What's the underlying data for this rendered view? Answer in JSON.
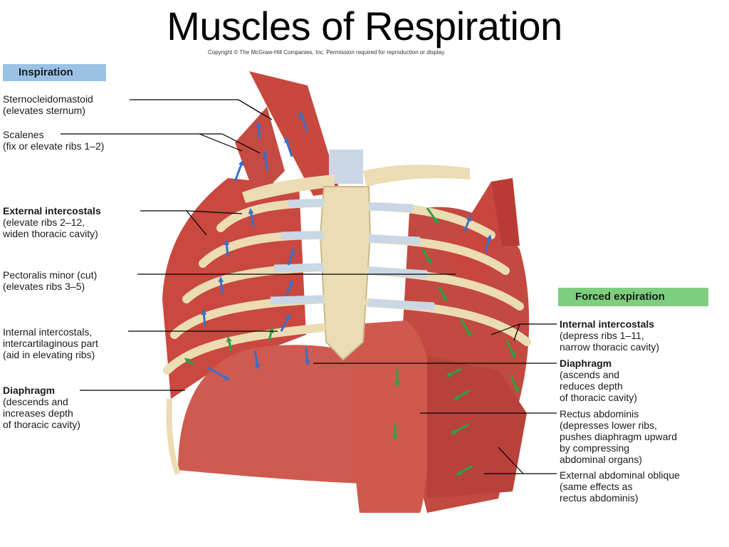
{
  "title": "Muscles of Respiration",
  "copyright": "Copyright © The McGraw-Hill Companies, Inc. Permission required for reproduction or display.",
  "sections": {
    "inspiration": "Inspiration",
    "forced_expiration": "Forced expiration"
  },
  "labels": {
    "sternocleidomastoid": {
      "name": "Sternocleidomastoid",
      "desc": "(elevates sternum)"
    },
    "scalenes": {
      "name": "Scalenes",
      "desc": "(fix or elevate ribs 1–2)"
    },
    "external_intercostals": {
      "name": "External intercostals",
      "line1": "(elevate ribs 2–12,",
      "line2": "widen thoracic cavity)"
    },
    "pectoralis_minor": {
      "name": "Pectoralis minor (cut)",
      "desc": "(elevates ribs 3–5)"
    },
    "internal_intercostals_inter": {
      "line1": "Internal intercostals,",
      "line2": "intercartilaginous part",
      "line3": "(aid in elevating ribs)"
    },
    "diaphragm_insp": {
      "name": "Diaphragm",
      "line1": "(descends and",
      "line2": "increases depth",
      "line3": "of thoracic cavity)"
    },
    "internal_intercostals_exp": {
      "name": "Internal intercostals",
      "line1": "(depress ribs 1–11,",
      "line2": "narrow thoracic cavity)"
    },
    "diaphragm_exp": {
      "name": "Diaphragm",
      "line1": "(ascends and",
      "line2": "reduces depth",
      "line3": "of thoracic cavity)"
    },
    "rectus_abdominis": {
      "line1": "Rectus abdominis",
      "line2": "(depresses lower ribs,",
      "line3": "pushes diaphragm upward",
      "line4": "by compressing",
      "line5": "abdominal organs)"
    },
    "external_oblique": {
      "line1": "External abdominal oblique",
      "line2": "(same effects as",
      "line3": "rectus abdominis)"
    }
  },
  "colors": {
    "inspiration_tag": "#9bc2e6",
    "expiration_tag": "#7dcf7e",
    "muscle": "#c9483f",
    "bone": "#ecdcb4",
    "cartilage": "#c9d7e6",
    "inspiration_arrow": "#3a6fc9",
    "expiration_arrow": "#2ea043"
  }
}
